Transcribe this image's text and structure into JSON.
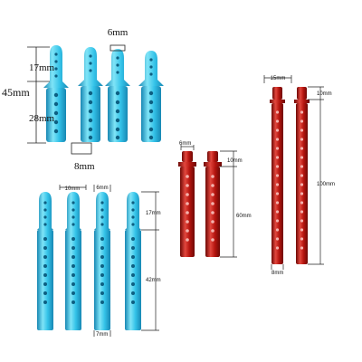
{
  "colors": {
    "blue_light": "#7fe4f7",
    "blue_mid": "#33c2e8",
    "blue_dark": "#1787b3",
    "red_light": "#e2473e",
    "red_mid": "#b5150f",
    "red_dark": "#6e0805",
    "dim_line": "#222222"
  },
  "group_topleft": {
    "dims": {
      "d6": "6mm",
      "d17": "17mm",
      "d45": "45mm",
      "d28": "28mm",
      "d8": "8mm"
    }
  },
  "group_bottomleft": {
    "dims": {
      "d10": "10mm",
      "d6": "6mm",
      "d17": "17mm",
      "d42": "42mm",
      "d7": "7mm"
    }
  },
  "group_middle_red": {
    "dims": {
      "d6": "6mm",
      "d10": "10mm",
      "d60": "60mm"
    }
  },
  "group_right_red": {
    "dims": {
      "d15": "15mm",
      "d10": "10mm",
      "d100": "100mm",
      "d8": "8mm"
    }
  }
}
